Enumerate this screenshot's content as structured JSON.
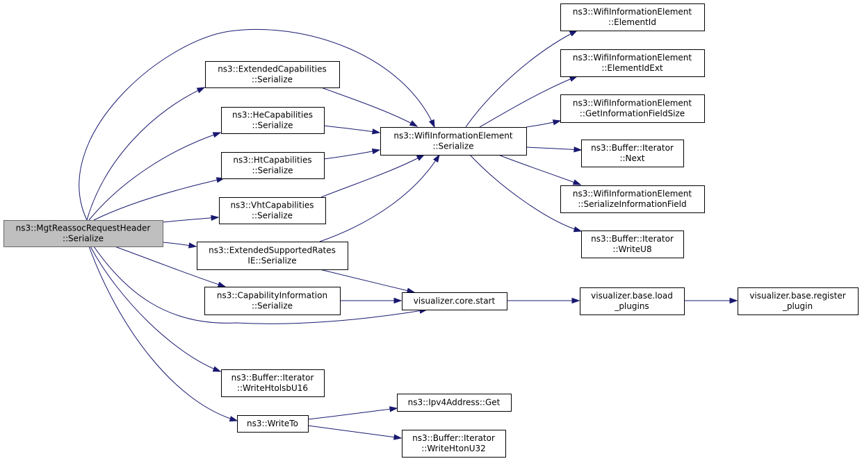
{
  "graph": {
    "title": "",
    "colors": {
      "edge": "#191970",
      "root_fill": "#bfbfbf",
      "root_stroke": "#666666",
      "node_fill": "#ffffff",
      "node_stroke": "#000000"
    },
    "nodes": [
      {
        "id": "root",
        "lines": [
          "ns3::MgtReassocRequestHeader",
          "::Serialize"
        ],
        "highlighted": true
      },
      {
        "id": "extcap",
        "lines": [
          "ns3::ExtendedCapabilities",
          "::Serialize"
        ]
      },
      {
        "id": "hecap",
        "lines": [
          "ns3::HeCapabilities",
          "::Serialize"
        ]
      },
      {
        "id": "htcap",
        "lines": [
          "ns3::HtCapabilities",
          "::Serialize"
        ]
      },
      {
        "id": "vhtcap",
        "lines": [
          "ns3::VhtCapabilities",
          "::Serialize"
        ]
      },
      {
        "id": "extsup",
        "lines": [
          "ns3::ExtendedSupportedRates",
          "IE::Serialize"
        ]
      },
      {
        "id": "capinfo",
        "lines": [
          "ns3::CapabilityInformation",
          "::Serialize"
        ]
      },
      {
        "id": "writehtolsb",
        "lines": [
          "ns3::Buffer::Iterator",
          "::WriteHtolsbU16"
        ]
      },
      {
        "id": "writeto",
        "lines": [
          "ns3::WriteTo"
        ]
      },
      {
        "id": "wifiser",
        "lines": [
          "ns3::WifiInformationElement",
          "::Serialize"
        ]
      },
      {
        "id": "vizstart",
        "lines": [
          "visualizer.core.start"
        ]
      },
      {
        "id": "ipv4get",
        "lines": [
          "ns3::Ipv4Address::Get"
        ]
      },
      {
        "id": "writehton",
        "lines": [
          "ns3::Buffer::Iterator",
          "::WriteHtonU32"
        ]
      },
      {
        "id": "elemid",
        "lines": [
          "ns3::WifiInformationElement",
          "::ElementId"
        ]
      },
      {
        "id": "elemidext",
        "lines": [
          "ns3::WifiInformationElement",
          "::ElementIdExt"
        ]
      },
      {
        "id": "getinfo",
        "lines": [
          "ns3::WifiInformationElement",
          "::GetInformationFieldSize"
        ]
      },
      {
        "id": "next",
        "lines": [
          "ns3::Buffer::Iterator",
          "::Next"
        ]
      },
      {
        "id": "serinfo",
        "lines": [
          "ns3::WifiInformationElement",
          "::SerializeInformationField"
        ]
      },
      {
        "id": "writeu8",
        "lines": [
          "ns3::Buffer::Iterator",
          "::WriteU8"
        ]
      },
      {
        "id": "loadplugins",
        "lines": [
          "visualizer.base.load",
          "_plugins"
        ]
      },
      {
        "id": "regplugin",
        "lines": [
          "visualizer.base.register",
          "_plugin"
        ]
      }
    ],
    "edges": [
      {
        "from": "root",
        "to": "extcap"
      },
      {
        "from": "root",
        "to": "hecap"
      },
      {
        "from": "root",
        "to": "htcap"
      },
      {
        "from": "root",
        "to": "vhtcap"
      },
      {
        "from": "root",
        "to": "extsup"
      },
      {
        "from": "root",
        "to": "capinfo"
      },
      {
        "from": "root",
        "to": "vizstart"
      },
      {
        "from": "root",
        "to": "writehtolsb"
      },
      {
        "from": "root",
        "to": "writeto"
      },
      {
        "from": "root",
        "to": "wifiser"
      },
      {
        "from": "extcap",
        "to": "wifiser"
      },
      {
        "from": "hecap",
        "to": "wifiser"
      },
      {
        "from": "htcap",
        "to": "wifiser"
      },
      {
        "from": "vhtcap",
        "to": "wifiser"
      },
      {
        "from": "extsup",
        "to": "wifiser"
      },
      {
        "from": "extsup",
        "to": "vizstart"
      },
      {
        "from": "capinfo",
        "to": "vizstart"
      },
      {
        "from": "writeto",
        "to": "ipv4get"
      },
      {
        "from": "writeto",
        "to": "writehton"
      },
      {
        "from": "wifiser",
        "to": "elemid"
      },
      {
        "from": "wifiser",
        "to": "elemidext"
      },
      {
        "from": "wifiser",
        "to": "getinfo"
      },
      {
        "from": "wifiser",
        "to": "next"
      },
      {
        "from": "wifiser",
        "to": "serinfo"
      },
      {
        "from": "wifiser",
        "to": "writeu8"
      },
      {
        "from": "vizstart",
        "to": "loadplugins"
      },
      {
        "from": "loadplugins",
        "to": "regplugin"
      }
    ]
  }
}
